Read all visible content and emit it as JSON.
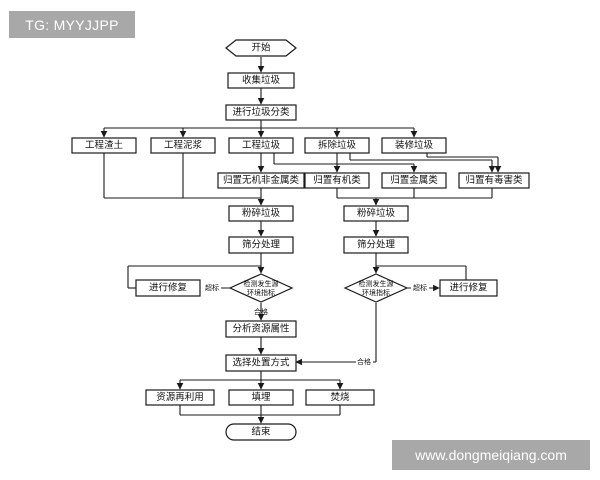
{
  "watermarks": {
    "top_left": "TG: MYYJJPP",
    "bottom_right": "www.dongmeiqiang.com"
  },
  "nodes": {
    "start": "开始",
    "collect": "收集垃圾",
    "classify": "进行垃圾分类",
    "residue": "工程渣土",
    "mud": "工程泥浆",
    "eng_waste": "工程垃圾",
    "demolition": "拆除垃圾",
    "decoration": "装修垃圾",
    "inorganic": "归置无机非金属类",
    "organic": "归置有机类",
    "metal": "归置金属类",
    "toxic": "归置有毒害类",
    "crush_l": "粉碎垃圾",
    "crush_r": "粉碎垃圾",
    "screen_l": "筛分处理",
    "screen_r": "筛分处理",
    "repair_l": "进行修复",
    "repair_r": "进行修复",
    "detect_l_line1": "检测发生源",
    "detect_l_line2": "环境指标",
    "detect_r_line1": "检测发生源",
    "detect_r_line2": "环境指标",
    "analyze": "分析资源属性",
    "choose": "选择处置方式",
    "reuse": "资源再利用",
    "landfill": "填埋",
    "incinerate": "焚烧",
    "end": "结束"
  },
  "edge_labels": {
    "exceed_l": "超标",
    "exceed_r": "超标",
    "pass_l": "合格",
    "pass_r": "合格"
  }
}
